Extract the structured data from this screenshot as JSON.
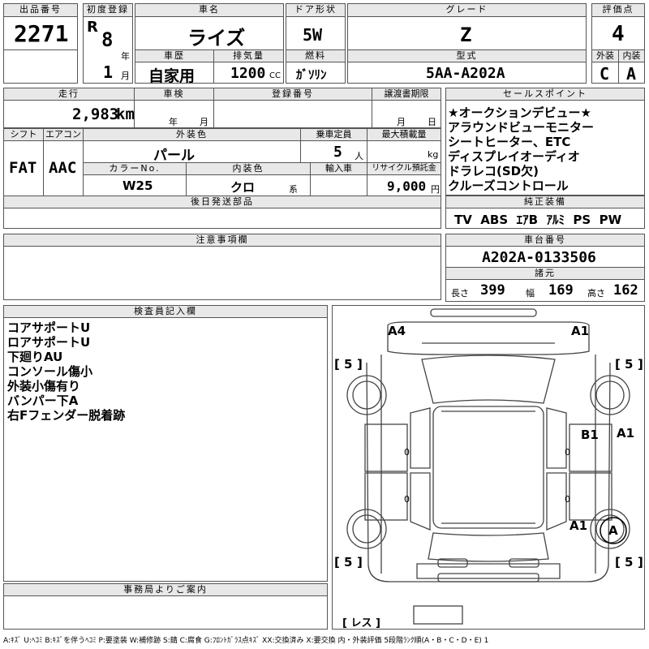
{
  "header": {
    "lot_no_label": "出品番号",
    "lot_no": "2271",
    "first_reg_label": "初度登録",
    "era": "R",
    "year": "8",
    "year_unit": "年",
    "month": "1",
    "month_unit": "月",
    "car_name_label": "車名",
    "car_name": "ライズ",
    "history_label": "車歴",
    "history": "自家用",
    "displacement_label": "排気量",
    "displacement": "1200",
    "displacement_unit": "CC",
    "door_label": "ドア形状",
    "door": "5W",
    "fuel_label": "燃料",
    "fuel": "ｶﾞｿﾘﾝ",
    "grade_label": "グレード",
    "grade": "Z",
    "model_label": "型式",
    "model": "5AA-A202A",
    "score_label": "評価点",
    "score": "4",
    "ext_label": "外装",
    "ext": "C",
    "int_label": "内装",
    "int": "A"
  },
  "row2": {
    "mileage_label": "走行",
    "mileage": "2,983",
    "mileage_unit": "km",
    "inspection_label": "車検",
    "insp_year_unit": "年",
    "insp_month_unit": "月",
    "reg_no_label": "登録番号",
    "transfer_label": "譲渡書期限",
    "transfer_month_unit": "月",
    "transfer_day_unit": "日",
    "shift_label": "シフト",
    "shift": "FAT",
    "ac_label": "エアコン",
    "ac": "AAC",
    "color_label": "外装色",
    "color": "パール",
    "capacity_label": "乗車定員",
    "capacity": "5",
    "capacity_unit": "人",
    "load_label": "最大積載量",
    "load_unit": "kg",
    "color_no_label": "カラーNo.",
    "color_no": "W25",
    "interior_color_label": "内装色",
    "interior_color": "クロ",
    "interior_suffix": "系",
    "import_label": "輸入車",
    "recycle_label": "リサイクル預託金",
    "recycle": "9,000",
    "recycle_unit": "円",
    "later_parts_label": "後日発送部品"
  },
  "sales_points": {
    "label": "セールスポイント",
    "items": [
      "★オークションデビュー★",
      "アラウンドビューモニター",
      "シートヒーター、ETC",
      "ディスプレイオーディオ",
      "ドラレコ(SD欠)",
      "クルーズコントロール"
    ],
    "equip_label": "純正装備",
    "equip": "TV  ABS  ｴｱB  ｱﾙﾐ  PS  PW"
  },
  "notes": {
    "label": "注意事項欄"
  },
  "chassis": {
    "label": "車台番号",
    "value": "A202A-0133506",
    "dims_label": "諸元",
    "length_label": "長さ",
    "length": "399",
    "width_label": "幅",
    "width": "169",
    "height_label": "高さ",
    "height": "162"
  },
  "inspector": {
    "label": "検査員記入欄",
    "items": [
      "コアサポートU",
      "ロアサポートU",
      "下廻りAU",
      "コンソール傷小",
      "外装小傷有り",
      "バンパー下A",
      "右Fフェンダー脱着跡"
    ]
  },
  "office": {
    "label": "事務局よりご案内"
  },
  "diagram": {
    "marks": {
      "a4": "A4",
      "a1_top": "A1",
      "b1": "B1",
      "a1_side": "A1",
      "a1_lower": "A1",
      "a_circle": "A",
      "tread_fl": "5",
      "tread_fr": "5",
      "tread_rl": "5",
      "tread_rr": "5",
      "bracket_l": "[",
      "bracket_r": "]",
      "zero": "0",
      "less": "[ レス ]"
    }
  },
  "legend": "A:ｷｽﾞ U:ﾍｺﾐ B:ｷｽﾞを伴うﾍｺﾐ P:要塗装 W:補修跡 S:錆 C:腐食 G:ﾌﾛﾝﾄｶﾞﾗｽ点ｷｽﾞ XX:交換済み X:要交換 内・外装評価 5段階ﾗﾝｸ順(A・B・C・D・E) 1"
}
